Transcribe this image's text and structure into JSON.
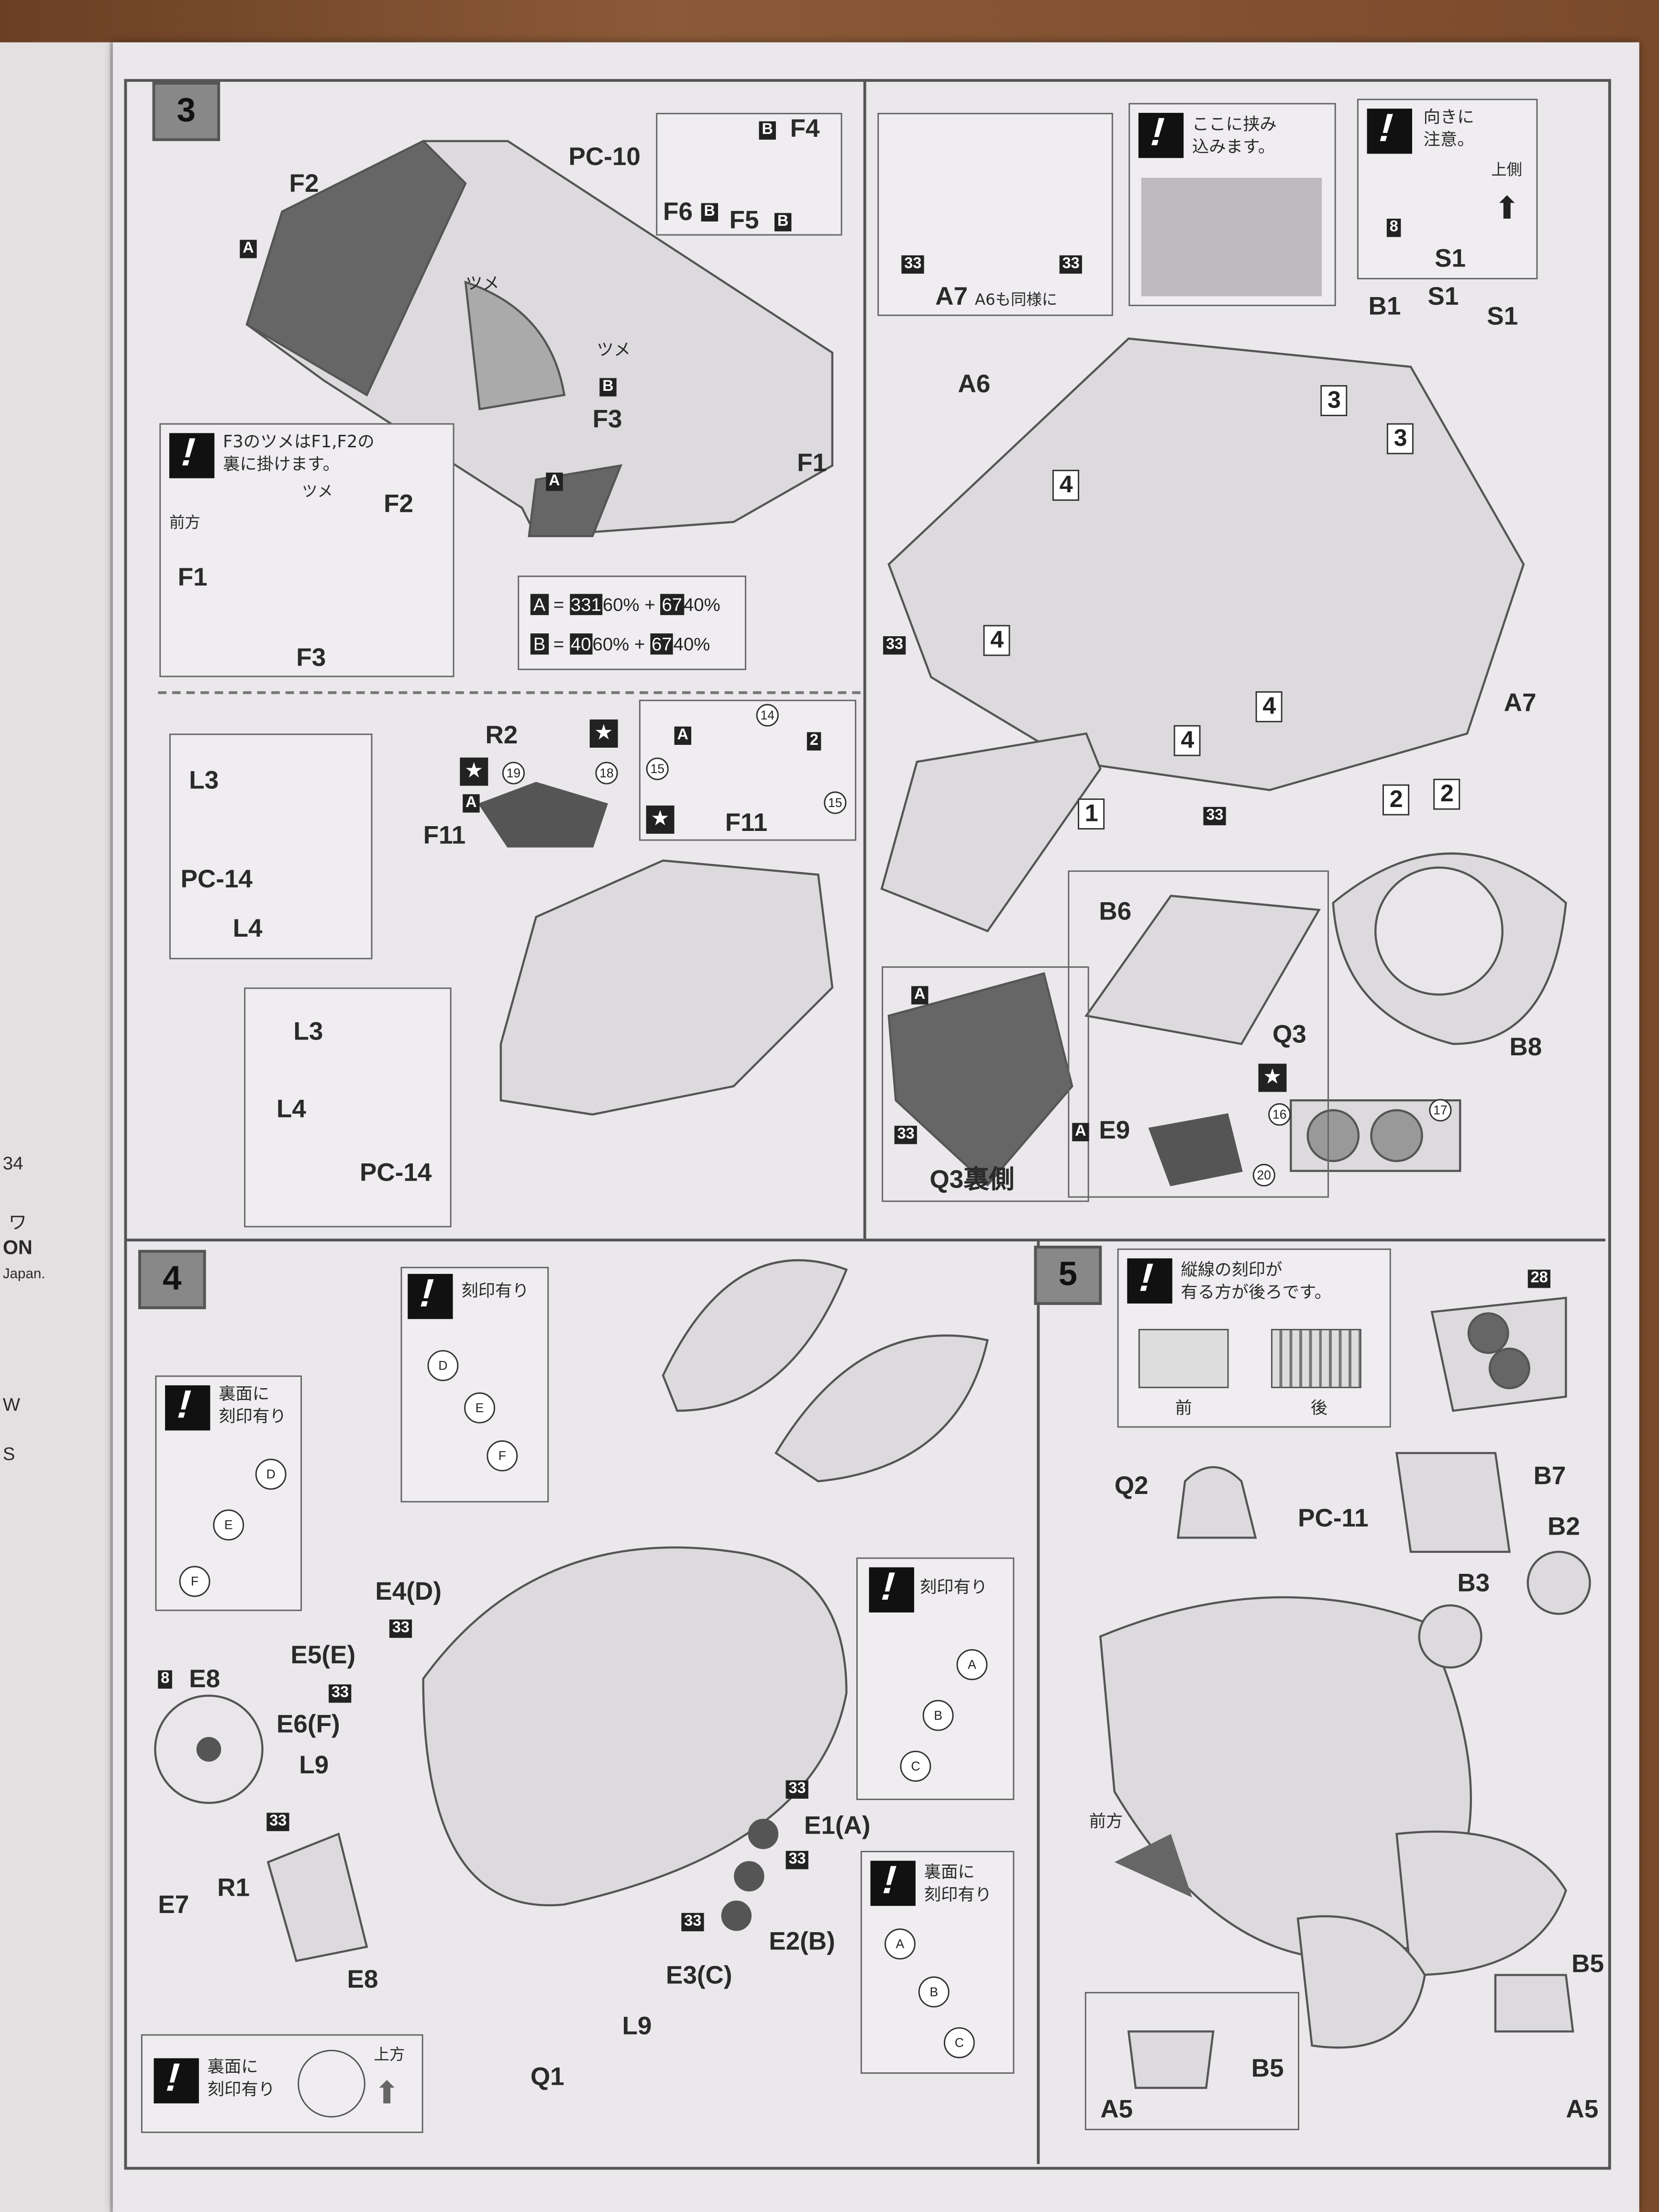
{
  "left_page": {
    "texts": [
      "34",
      "ワ",
      "ON",
      "Japan.",
      "W",
      "S"
    ]
  },
  "step3": {
    "number": "3",
    "labels": {
      "F2": "F2",
      "A": "A",
      "PC10": "PC-10",
      "F4": "F4",
      "B": "B",
      "F6": "F6",
      "F5": "F5",
      "tsume": "ツメ",
      "F3": "F3",
      "F1": "F1"
    },
    "note": {
      "text": "F3のツメはF1,F2の\n裏に掛けます。",
      "front": "前方",
      "tsume": "ツメ",
      "F2": "F2",
      "F1": "F1",
      "F3": "F3"
    },
    "color_mix": [
      {
        "letter": "A",
        "eq": "=",
        "c1": "331",
        "p1": "60%",
        "plus": "+",
        "c2": "67",
        "p2": "40%"
      },
      {
        "letter": "B",
        "eq": "=",
        "c1": "40",
        "p1": "60%",
        "plus": "+",
        "c2": "67",
        "p2": "40%"
      }
    ],
    "lower": {
      "L3": "L3",
      "PC14": "PC-14",
      "L4": "L4",
      "R2": "R2",
      "star": "★",
      "c19": "19",
      "c18": "18",
      "A": "A",
      "F11": "F11",
      "c14": "14",
      "c2": "2",
      "c15": "15"
    },
    "right": {
      "a7_inset": {
        "c33": "33",
        "title": "A7",
        "sub": "A6も同様に"
      },
      "insert_note": "ここに挟み\n込みます。",
      "orient_note": {
        "text": "向きに\n注意。",
        "c8": "8",
        "up": "上側",
        "S1": "S1"
      },
      "labels": {
        "B1": "B1",
        "S1": "S1",
        "A6": "A6",
        "n3": "3",
        "n4": "4",
        "c33": "33",
        "A7": "A7",
        "n1": "1",
        "n2": "2",
        "B8": "B8",
        "B6": "B6",
        "Q3": "Q3",
        "Q3back": "Q3裏側",
        "A": "A",
        "E9": "E9",
        "c20": "20",
        "c16": "16",
        "c17": "17",
        "star": "★"
      }
    }
  },
  "step4": {
    "number": "4",
    "note_back": {
      "text": "裏面に\n刻印有り",
      "marks": [
        "D",
        "E",
        "F"
      ]
    },
    "note_mark": {
      "text": "刻印有り",
      "marks": [
        "D",
        "E",
        "F"
      ]
    },
    "note_mark2": {
      "text": "刻印有り",
      "marks": [
        "A",
        "B",
        "C"
      ]
    },
    "note_back2": {
      "text": "裏面に\n刻印有り",
      "marks": [
        "A",
        "B",
        "C"
      ]
    },
    "note_bottom": {
      "text": "裏面に\n刻印有り",
      "up": "上方"
    },
    "labels": {
      "E4": "E4(D)",
      "E5": "E5(E)",
      "E6": "E6(F)",
      "L9": "L9",
      "E8": "E8",
      "c8": "8",
      "c33": "33",
      "E7": "E7",
      "R1": "R1",
      "Q1": "Q1",
      "E1": "E1(A)",
      "E2": "E2(B)",
      "E3": "E3(C)"
    }
  },
  "step5": {
    "number": "5",
    "note": {
      "text": "縦線の刻印が\n有る方が後ろです。",
      "front": "前",
      "back": "後"
    },
    "labels": {
      "c28": "28",
      "Q2": "Q2",
      "PC11": "PC-11",
      "B7": "B7",
      "B2": "B2",
      "B3": "B3",
      "front": "前方",
      "B5": "B5",
      "A5": "A5"
    }
  },
  "colors": {
    "paper": "#ebe8ec",
    "ink": "#222222",
    "part_dark": "#555555",
    "wood": "#7a4a2c"
  }
}
